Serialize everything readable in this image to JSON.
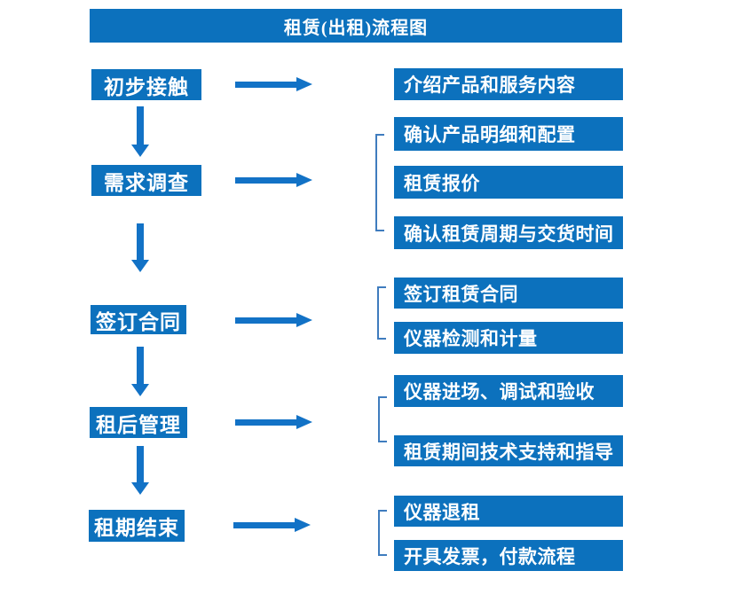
{
  "title": "租赁(出租)流程图",
  "colors": {
    "box_blue": "#0c71bd",
    "arrow_blue": "#1272c6",
    "bracket_blue": "#3f7cbe",
    "text_white": "#ffffff"
  },
  "steps": [
    {
      "label": "初步接触"
    },
    {
      "label": "需求调查"
    },
    {
      "label": "签订合同"
    },
    {
      "label": "租后管理"
    },
    {
      "label": "租期结束"
    }
  ],
  "details": [
    {
      "label": "介绍产品和服务内容"
    },
    {
      "label": "确认产品明细和配置"
    },
    {
      "label": "租赁报价"
    },
    {
      "label": "确认租赁周期与交货时间"
    },
    {
      "label": "签订租赁合同"
    },
    {
      "label": "仪器检测和计量"
    },
    {
      "label": "仪器进场、调试和验收"
    },
    {
      "label": "租赁期间技术支持和指导"
    },
    {
      "label": "仪器退租"
    },
    {
      "label": "开具发票，付款流程"
    }
  ]
}
